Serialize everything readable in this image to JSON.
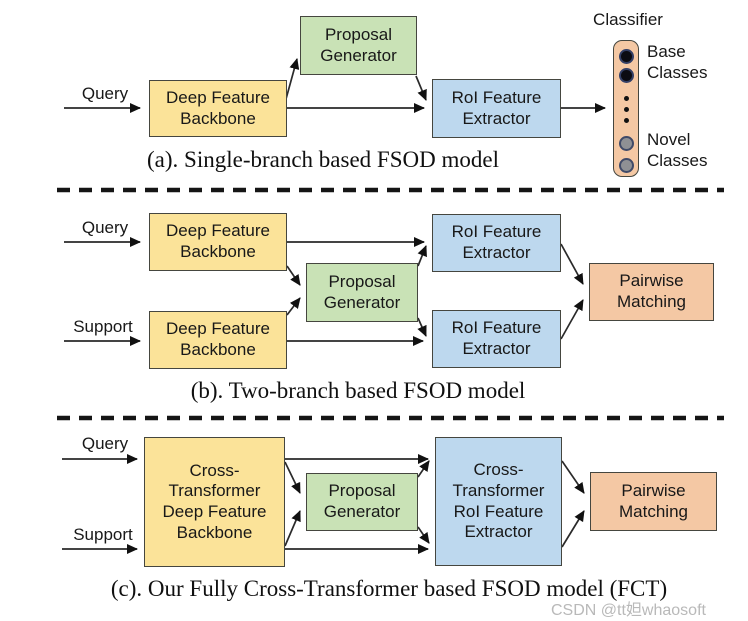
{
  "panels": {
    "a": {
      "caption": "(a). Single-branch based FSOD model",
      "query_label": "Query",
      "backbone_label": "Deep Feature\nBackbone",
      "proposal_label": "Proposal\nGenerator",
      "roi_label": "RoI Feature\nExtractor",
      "classifier_title": "Classifier",
      "base_classes_label": "Base\nClasses",
      "novel_classes_label": "Novel\nClasses"
    },
    "b": {
      "caption": "(b). Two-branch based FSOD model",
      "query_label": "Query",
      "support_label": "Support",
      "backbone_query_label": "Deep Feature\nBackbone",
      "backbone_support_label": "Deep Feature\nBackbone",
      "proposal_label": "Proposal\nGenerator",
      "roi_query_label": "RoI Feature\nExtractor",
      "roi_support_label": "RoI Feature\nExtractor",
      "pairwise_label": "Pairwise\nMatching"
    },
    "c": {
      "caption": "(c). Our Fully Cross-Transformer based FSOD model (FCT)",
      "query_label": "Query",
      "support_label": "Support",
      "backbone_label": "Cross-\nTransformer\nDeep Feature\nBackbone",
      "proposal_label": "Proposal\nGenerator",
      "roi_label": "Cross-\nTransformer\nRoI Feature\nExtractor",
      "pairwise_label": "Pairwise\nMatching"
    }
  },
  "watermark": "CSDN @tt妲whaosoft",
  "colors": {
    "backbone_fill": "#fbe399",
    "proposal_fill": "#c9e2b6",
    "roi_fill": "#bdd8ee",
    "matching_fill": "#f4c8a4",
    "classifier_fill": "#f4c8a4"
  }
}
